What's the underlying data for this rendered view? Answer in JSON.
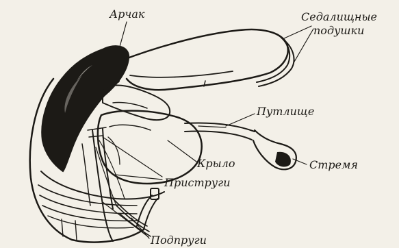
{
  "labels": {
    "archak": "Арчак",
    "seat_cushions_line1": "Седалищные",
    "seat_cushions_line2": "подушки",
    "putlishche": "Путлище",
    "krylo": "Крыло",
    "stremya": "Стремя",
    "prystrugi": "Приструги",
    "podprugi": "Подпруги"
  },
  "colors": {
    "paper": "#f3f0e8",
    "ink": "#1c1a16"
  }
}
